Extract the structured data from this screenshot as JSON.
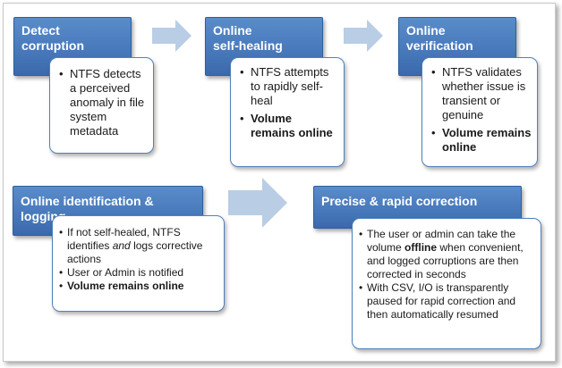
{
  "colors": {
    "header_fill": "#4a7bbf",
    "card_border": "#4f81bd",
    "arrow_fill": "#b9cde5"
  },
  "steps": [
    {
      "title_line1": "Detect",
      "title_line2": "corruption",
      "bullets": [
        {
          "text": "NTFS detects a perceived anomaly in file system metadata"
        }
      ]
    },
    {
      "title_line1": "Online",
      "title_line2": "self-healing",
      "bullets": [
        {
          "text": "NTFS attempts to rapidly self-heal"
        },
        {
          "text": "Volume remains online"
        }
      ]
    },
    {
      "title_line1": "Online",
      "title_line2": "verification",
      "bullets": [
        {
          "text": "NTFS validates whether issue is transient or genuine"
        },
        {
          "text": "Volume remains online"
        }
      ]
    },
    {
      "title": "Online identification & logging",
      "bullets": [
        {
          "pre": "If not self-healed, NTFS identifies ",
          "em": "and",
          "post": " logs corrective actions"
        },
        {
          "text": "User or Admin is notified"
        },
        {
          "text": "Volume remains online"
        }
      ]
    },
    {
      "title": "Precise & rapid correction",
      "bullets": [
        {
          "pre": "The user or admin can take the volume ",
          "em": "offline",
          "post": " when convenient, and logged corruptions are then corrected in seconds"
        },
        {
          "text": "With CSV, I/O is transparently paused for rapid correction and then automatically resumed"
        }
      ]
    }
  ]
}
